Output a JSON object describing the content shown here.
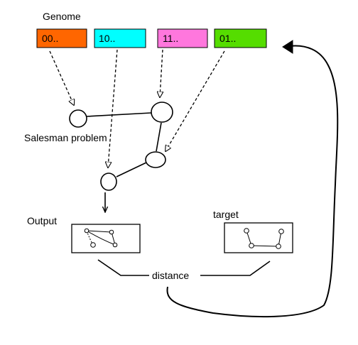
{
  "genome": {
    "title": "Genome",
    "blocks": [
      {
        "label": "00..",
        "color": "#ff6600"
      },
      {
        "label": "10..",
        "color": "#00ffff"
      },
      {
        "label": "11..",
        "color": "#ff77dd"
      },
      {
        "label": "01..",
        "color": "#55dd00"
      }
    ]
  },
  "salesman_label": "Salesman problem",
  "output_label": "Output",
  "target_label": "target",
  "distance_label": "distance",
  "colors": {
    "stroke": "#000000",
    "background": "#ffffff"
  }
}
